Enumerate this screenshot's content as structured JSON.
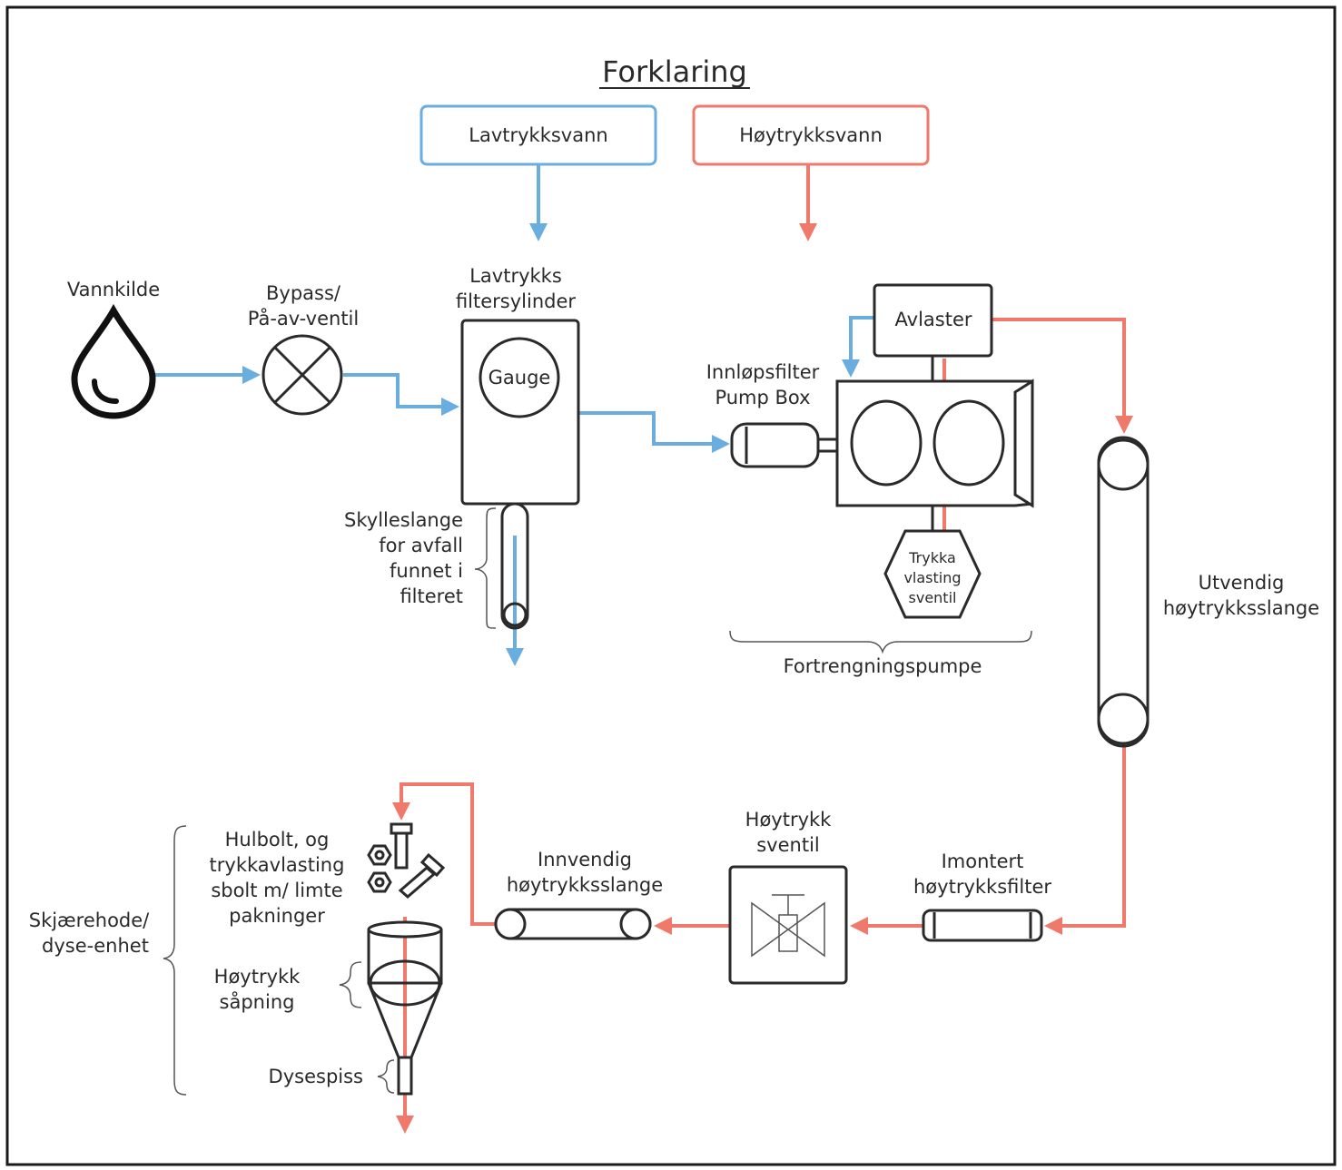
{
  "legend": {
    "title": "Forklaring",
    "low_pressure": "Lavtrykksvann",
    "high_pressure": "Høytrykksvann"
  },
  "colors": {
    "low_pressure": "#6aaee0",
    "high_pressure": "#ef7a6b",
    "outline": "#2a2a2a"
  },
  "labels": {
    "water_source": "Vannkilde",
    "bypass_valve": [
      "Bypass/",
      "På-av-ventil"
    ],
    "low_filter": [
      "Lavtrykks",
      "filtersylinder"
    ],
    "gauge": "Gauge",
    "flush_hose": [
      "Skylleslange",
      "for avfall",
      "funnet i",
      "filteret"
    ],
    "inlet_filter": [
      "Innløpsfilter",
      "Pump Box"
    ],
    "relief": "Avlaster",
    "pressure_relief_valve": [
      "Trykka",
      "vlasting",
      "sventil"
    ],
    "pump": "Fortrengningspumpe",
    "external_hose": [
      "Utvendig",
      "høytrykksslange"
    ],
    "inline_filter": [
      "Imontert",
      "høytrykksfilter"
    ],
    "hp_valve": [
      "Høytrykk",
      "sventil"
    ],
    "internal_hose": [
      "Innvendig",
      "høytrykksslange"
    ],
    "bolt": [
      "Hulbolt, og",
      "trykkavlasting",
      "sbolt m/ limte",
      "pakninger"
    ],
    "cutting_head": [
      "Skjærehode/",
      "dyse-enhet"
    ],
    "hp_orifice": [
      "Høytrykk",
      "såpning"
    ],
    "nozzle_tip": "Dysespiss"
  }
}
